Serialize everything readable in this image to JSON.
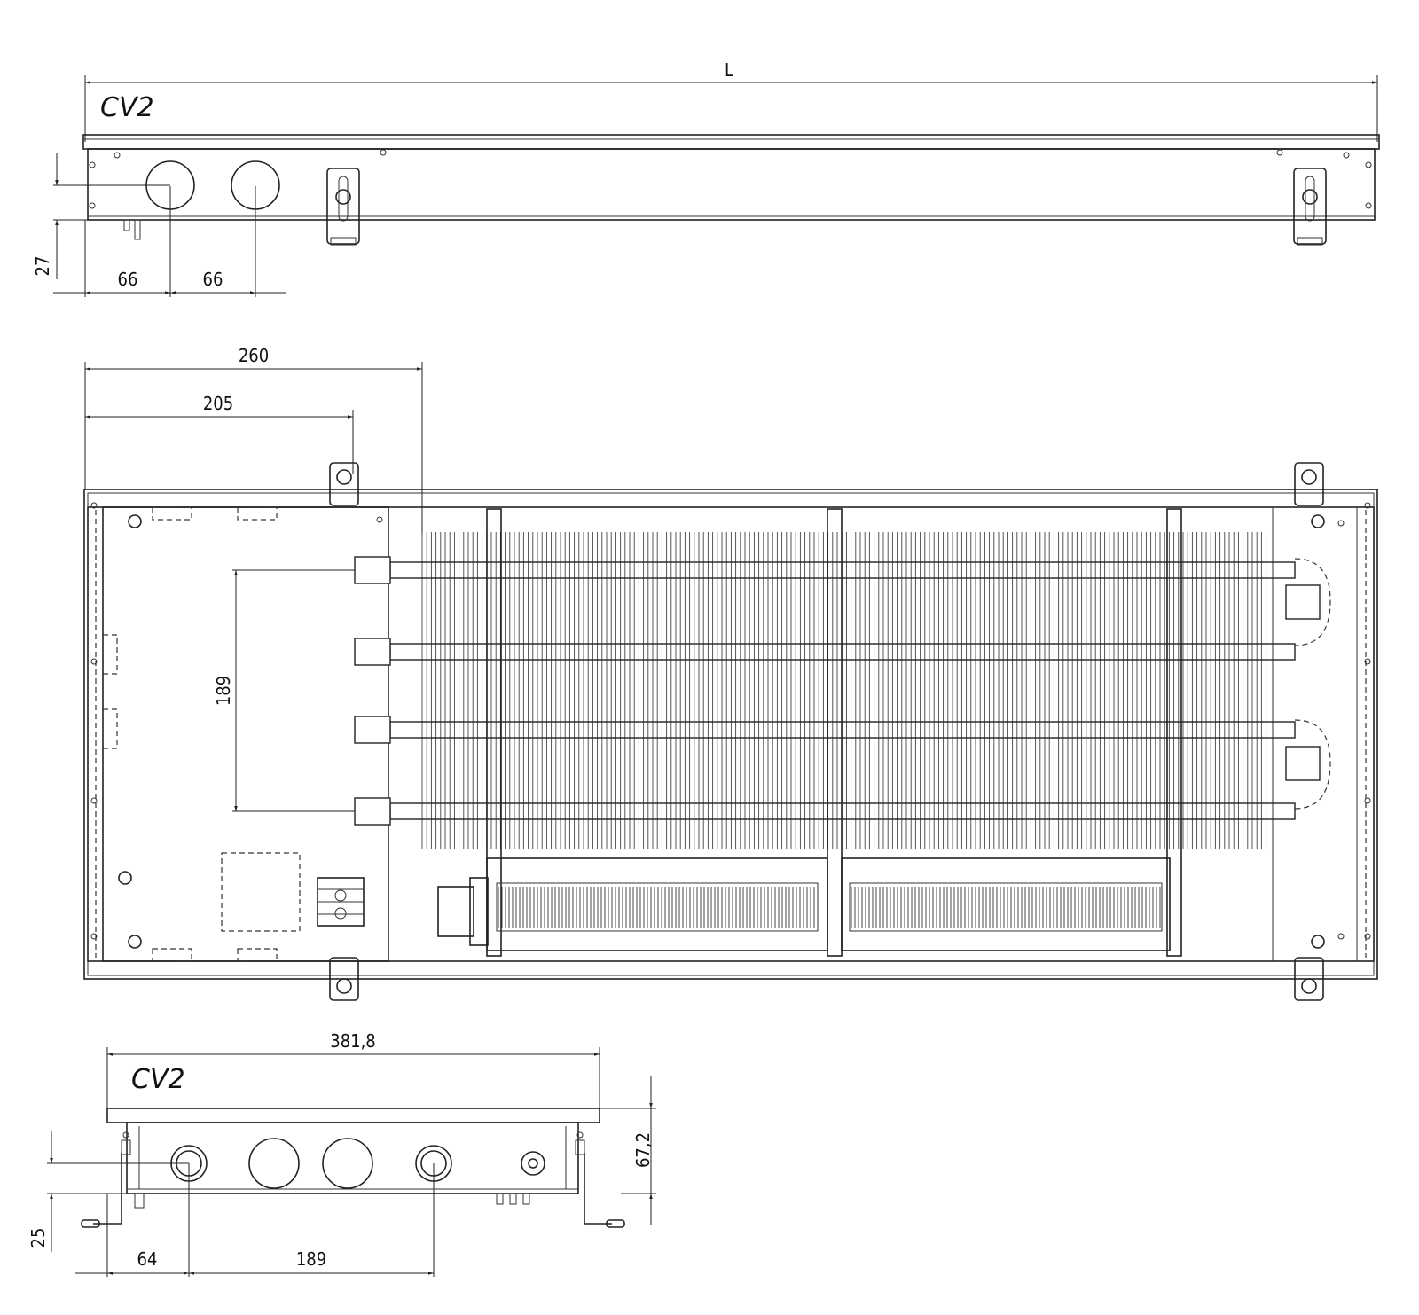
{
  "top_view": {
    "model_label": "CV2",
    "length_label": "L",
    "dim_height": "27",
    "dim_offset_1": "66",
    "dim_offset_2": "66"
  },
  "plan_view": {
    "dim_260": "260",
    "dim_205": "205",
    "dim_189": "189"
  },
  "side_view": {
    "model_label": "CV2",
    "dim_width": "381,8",
    "dim_height": "67,2",
    "dim_25": "25",
    "dim_64": "64",
    "dim_189": "189"
  }
}
